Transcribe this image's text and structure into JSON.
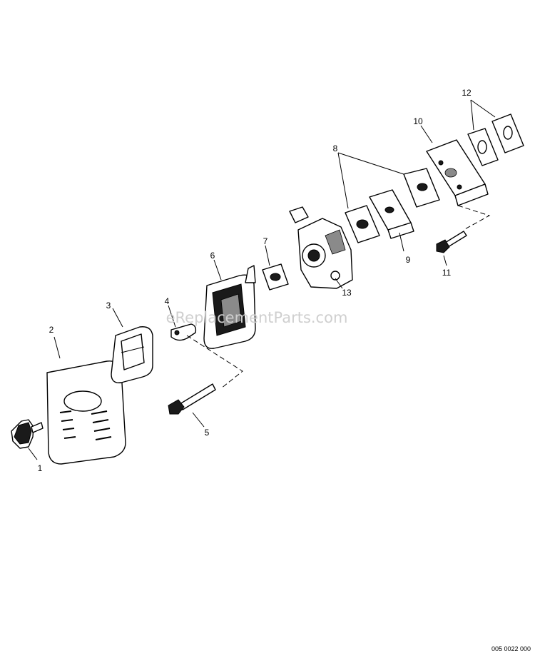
{
  "diagram": {
    "labels": [
      "1",
      "2",
      "3",
      "4",
      "5",
      "6",
      "7",
      "8",
      "9",
      "10",
      "11",
      "12",
      "13"
    ],
    "watermark": "eReplacementParts.com",
    "code": "005 0022 000"
  }
}
